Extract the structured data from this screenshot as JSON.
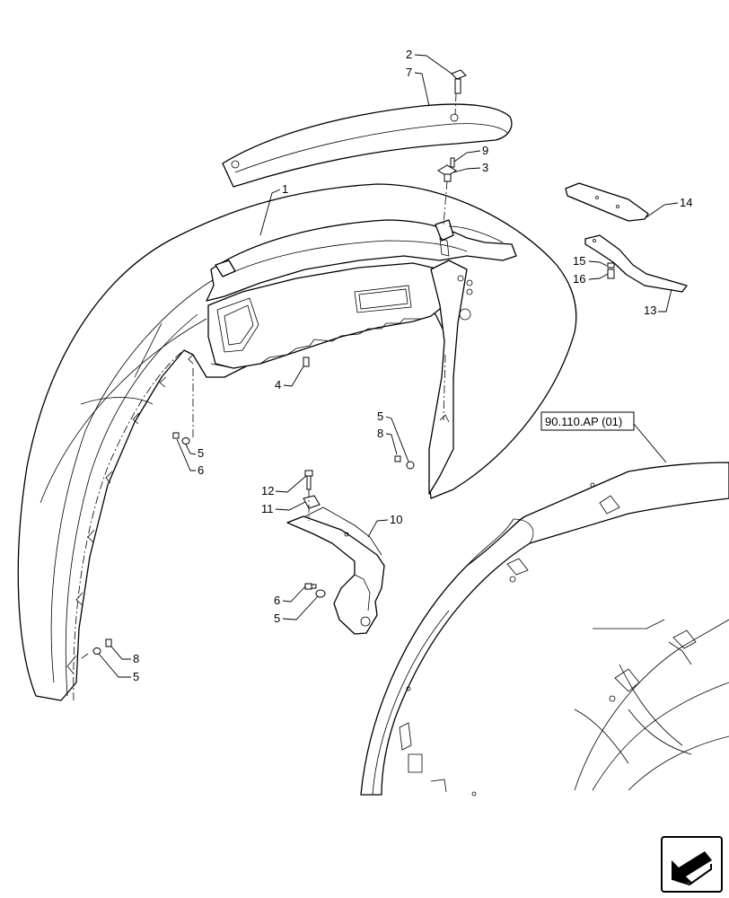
{
  "callouts": {
    "c1": "1",
    "c2": "2",
    "c3": "3",
    "c4": "4",
    "c5a": "5",
    "c5b": "5",
    "c5c": "5",
    "c5d": "5",
    "c6a": "6",
    "c6b": "6",
    "c7": "7",
    "c8a": "8",
    "c8b": "8",
    "c9": "9",
    "c10": "10",
    "c11": "11",
    "c12": "12",
    "c13": "13",
    "c14": "14",
    "c15": "15",
    "c16": "16"
  },
  "reference": {
    "label": "90.110.AP (01)"
  },
  "nav": {
    "icon": "previous-page-arrow-icon"
  }
}
